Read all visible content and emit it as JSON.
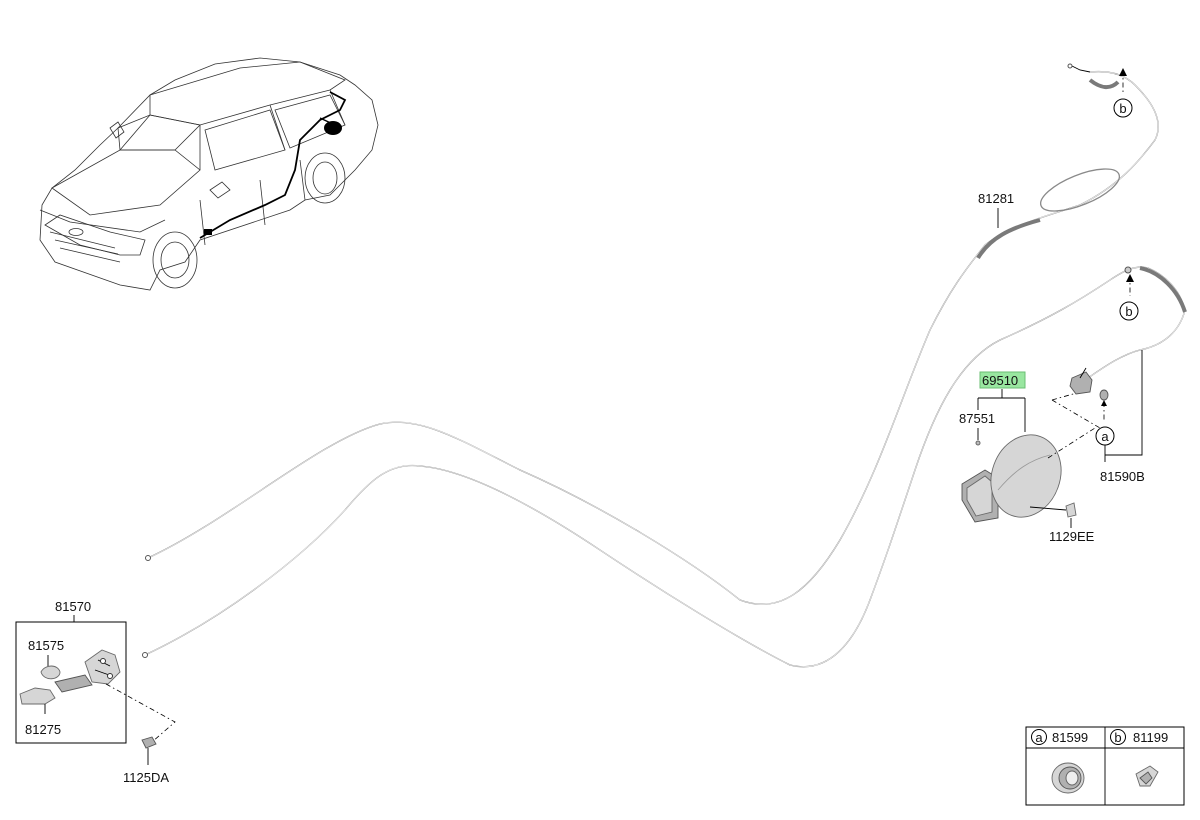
{
  "parts": {
    "p81281": "81281",
    "p69510": "69510",
    "p87551": "87551",
    "p81590B": "81590B",
    "p1129EE": "1129EE",
    "p81570": "81570",
    "p81575": "81575",
    "p81275": "81275",
    "p1125DA": "1125DA"
  },
  "callouts": {
    "a": "a",
    "b": "b"
  },
  "legend": {
    "a_letter": "a",
    "a_part": "81599",
    "b_letter": "b",
    "b_part": "81199"
  },
  "colors": {
    "highlight": "#99e6a0",
    "highlight_border": "#6bbf73",
    "cable": "#8a8a8a"
  }
}
